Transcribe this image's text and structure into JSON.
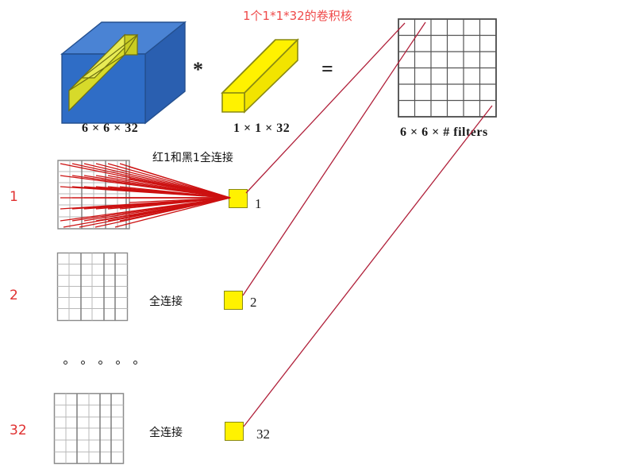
{
  "title": "1x1 convolution as fully-connected network diagram",
  "top_row": {
    "input_volume_label": "6 × 6 × 32",
    "filter_label": "1 × 1 × 32",
    "output_label": "6 × 6 × # filters",
    "multiply_symbol": "*",
    "equals_symbol": "=",
    "filter_annotation": "1个1*1*32的卷积核",
    "colors": {
      "cube_front": "#2f6dc6",
      "cube_top": "#4a83d4",
      "cube_side": "#2a5fb0",
      "cube_edge": "#24508f",
      "rod_in_cube_top": "#e3e64a",
      "rod_in_cube_front": "#d7da2a",
      "rod_in_cube_side": "#c2c520",
      "filter_yellow": "#fff200",
      "filter_edge": "#8a8a13",
      "grid_line": "#555555",
      "annotation_red": "#ef4a4a"
    }
  },
  "connection_section": {
    "fc_annotation_first": "红1和黑1全连接",
    "fc_annotation_other": "全连接",
    "rows": [
      {
        "index_label": "1",
        "node_label": "1",
        "fc_label": "红1和黑1全连接"
      },
      {
        "index_label": "2",
        "node_label": "2",
        "fc_label": "全连接"
      },
      {
        "index_label": "32",
        "node_label": "32",
        "fc_label": "全连接"
      }
    ],
    "ellipsis_dot_count": 5,
    "grid_rows": 6,
    "grid_cols": 6,
    "fan_line_color": "#cc1111",
    "link_line_color": "#b0203a",
    "node_fill": "#fff200",
    "node_stroke": "#8a8a13"
  },
  "chart_data": {
    "type": "diagram",
    "title": "1×1 convolution equivalent to a fully connected layer",
    "equation": "6 × 6 × 32  *  1 × 1 × 32  =  6 × 6 × # filters",
    "nodes": [
      "1",
      "2",
      "32"
    ],
    "notes": [
      "1个1*1*32的卷积核",
      "红1和黑1全连接",
      "全连接"
    ]
  }
}
